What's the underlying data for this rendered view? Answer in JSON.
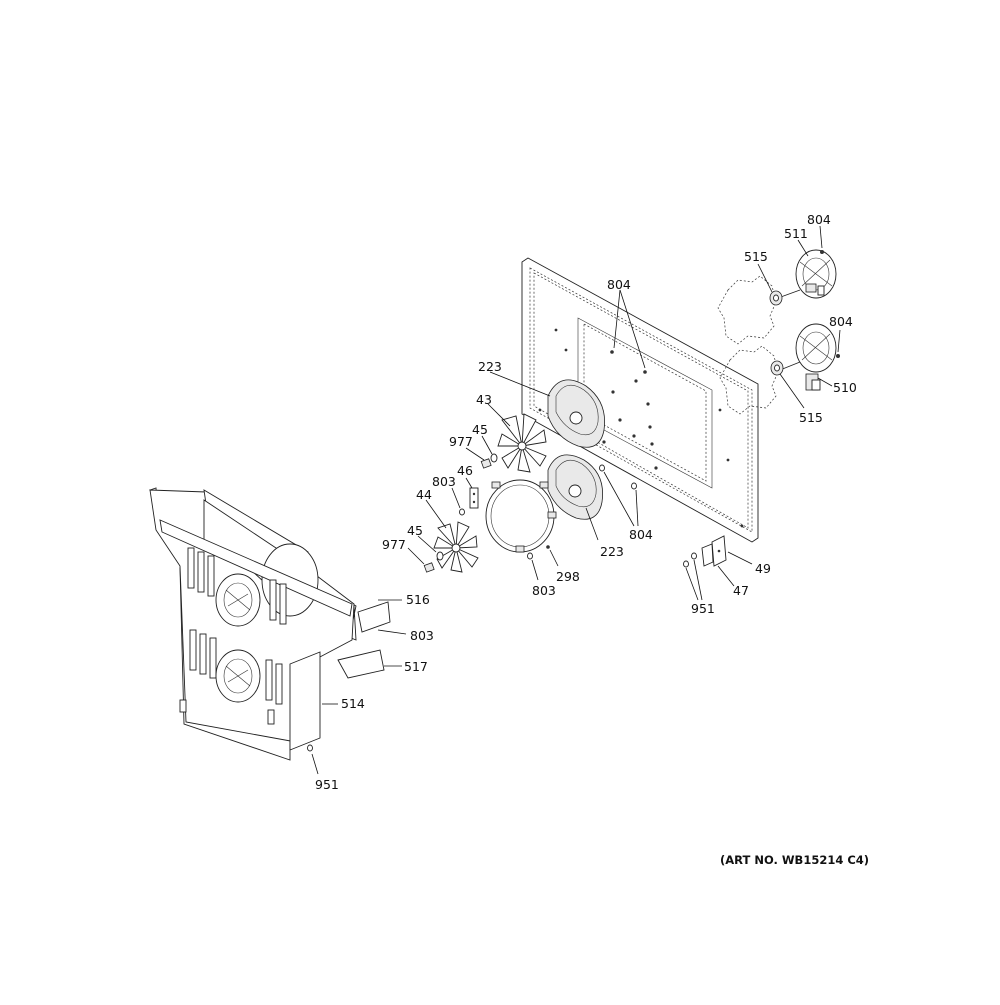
{
  "callouts": {
    "c804_top": "804",
    "c511": "511",
    "c515_top": "515",
    "c804_mid": "804",
    "c804_right": "804",
    "c510": "510",
    "c515_bottom": "515",
    "c223_top": "223",
    "c43": "43",
    "c45_top": "45",
    "c977_top": "977",
    "c46": "46",
    "c803_left": "803",
    "c44": "44",
    "c45_bottom": "45",
    "c977_bottom": "977",
    "c804_lower": "804",
    "c223_bottom": "223",
    "c298": "298",
    "c803_bottom": "803",
    "c49": "49",
    "c47": "47",
    "c951_right": "951",
    "c516": "516",
    "c803_right": "803",
    "c517": "517",
    "c514": "514",
    "c951_bottom": "951"
  },
  "art_number": "(ART NO. WB15214 C4)"
}
